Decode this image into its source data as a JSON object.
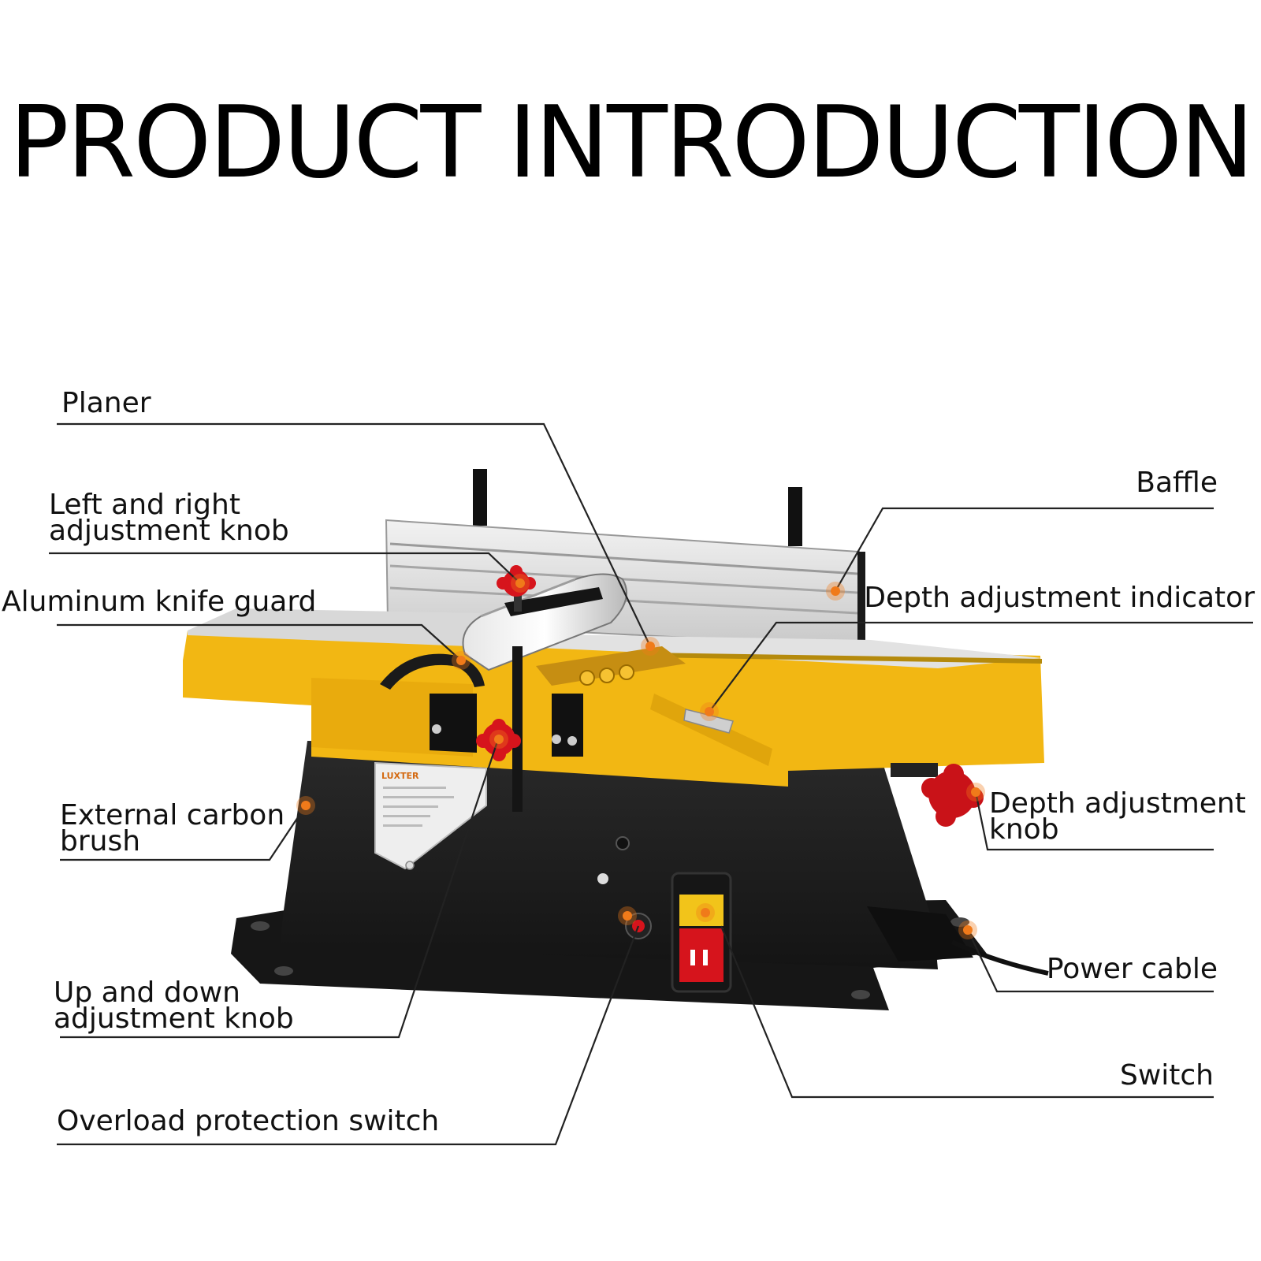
{
  "title": "PRODUCT INTRODUCTION",
  "callouts": {
    "planer": [
      "Planer"
    ],
    "left_right_knob": [
      "Left and right",
      "adjustment knob"
    ],
    "knife_guard": [
      "Aluminum knife guard"
    ],
    "carbon_brush": [
      "External carbon",
      "brush"
    ],
    "up_down_knob": [
      "Up and down",
      "adjustment knob"
    ],
    "overload_switch": [
      "Overload protection switch"
    ],
    "baffle": [
      "Baffle"
    ],
    "depth_indicator": [
      "Depth adjustment indicator"
    ],
    "depth_knob": [
      "Depth adjustment",
      "knob"
    ],
    "power_cable": [
      "Power cable"
    ],
    "switch": [
      "Switch"
    ]
  },
  "nameplate": {
    "brand": "LUXTER"
  },
  "colors": {
    "body_yellow": "#f2b713",
    "base_black": "#1c1c1c",
    "knob_red": "#d6141c",
    "marker_orange": "#f07a1a",
    "table_silver": "#dcdcdc"
  }
}
